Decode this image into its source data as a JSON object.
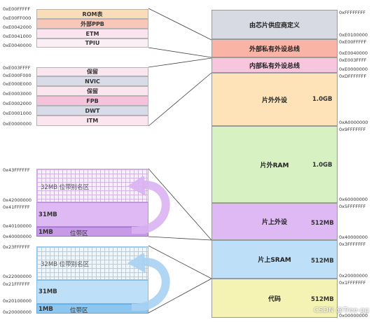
{
  "main_map": {
    "top_address": "0xFFFFFFFF",
    "regions": [
      {
        "label": "由芯片供应商定义",
        "size": "",
        "start": "0xE0100000",
        "end_next": "0xE00FFFFF",
        "color": "#d7d9e3"
      },
      {
        "label": "外部私有外设总线",
        "size": "",
        "start": "0xE0040000",
        "end_next": "0xE003FFFF",
        "color": "#f9b4a6"
      },
      {
        "label": "内部私有外设总线",
        "size": "",
        "start": "0xE0000000",
        "end_next": "0xDFFFFFFF",
        "color": "#f7c6dc"
      },
      {
        "label": "片外外设",
        "size": "1.0GB",
        "start": "0xA0000000",
        "end_next": "0x9FFFFFFF",
        "color": "#fde3b7"
      },
      {
        "label": "片外RAM",
        "size": "1.0GB",
        "start": "0x60000000",
        "end_next": "0x5FFFFFFF",
        "color": "#d8f1c3"
      },
      {
        "label": "片上外设",
        "size": "512MB",
        "start": "0x40000000",
        "end_next": "0x3FFFFFFF",
        "color": "#deb9f3"
      },
      {
        "label": "片上SRAM",
        "size": "512MB",
        "start": "0x20000000",
        "end_next": "0x1FFFFFFF",
        "color": "#bde0f8"
      },
      {
        "label": "代码",
        "size": "512MB",
        "start": "0x00000000",
        "end_next": "",
        "color": "#f4f3b4"
      }
    ]
  },
  "ppb_external": {
    "addresses": [
      "0xE00FFFFF",
      "0xE00FF000",
      "0xE0042000",
      "0xE0041000",
      "0xE0040000"
    ],
    "items": [
      {
        "label": "ROM表",
        "color": "#f8ddb8"
      },
      {
        "label": "外部PPB",
        "color": "#f9c7b9"
      },
      {
        "label": "ETM",
        "color": "#fbe3ef"
      },
      {
        "label": "TPIU",
        "color": "#fbeef5"
      }
    ]
  },
  "ppb_internal": {
    "addresses": [
      "0xE003FFFF",
      "0xE000F000",
      "0xE000E000",
      "0xE0003000",
      "0xE0002000",
      "0xE0001000",
      "0xE0000000"
    ],
    "items": [
      {
        "label": "保留",
        "color": "#fbe6f0"
      },
      {
        "label": "NVIC",
        "color": "#d9dbe8"
      },
      {
        "label": "保留",
        "color": "#fbe6f0"
      },
      {
        "label": "FPB",
        "color": "#f6c2dc"
      },
      {
        "label": "DWT",
        "color": "#d9dbe8"
      },
      {
        "label": "ITM",
        "color": "#fbe6f0"
      }
    ]
  },
  "bitband_periph": {
    "addresses": [
      "0x43FFFFFF",
      "0x42000000",
      "0x41FFFFFF",
      "0x40100000",
      "0x40000000"
    ],
    "alias_label": "32MB    位带别名区",
    "mid_label": "31MB",
    "band_size": "1MB",
    "band_label": "位带区"
  },
  "bitband_sram": {
    "addresses": [
      "0x23FFFFFF",
      "0x22000000",
      "0x21FFFFFF",
      "0x20100000",
      "0x20000000"
    ],
    "alias_label": "32MB    位带别名区",
    "mid_label": "31MB",
    "band_size": "1MB",
    "band_label": "位带区"
  },
  "watermark": "CSDN @Tree-gg"
}
